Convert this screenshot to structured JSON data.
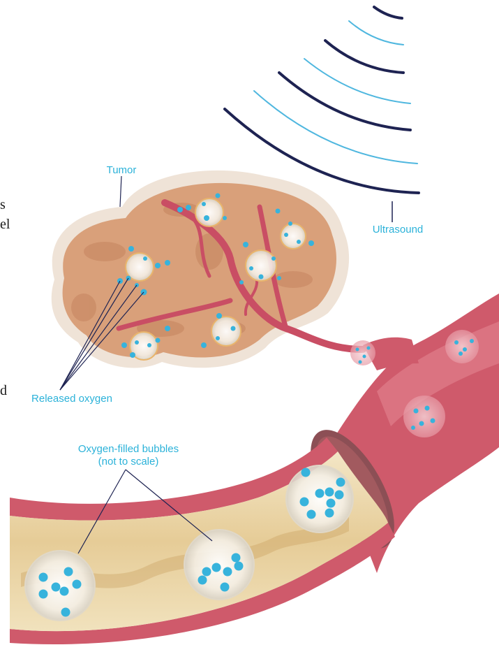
{
  "labels": {
    "tumor": "Tumor",
    "ultrasound": "Ultrasound",
    "released_oxygen": "Released oxygen",
    "bubbles_line1": "Oxygen-filled bubbles",
    "bubbles_line2": "(not to scale)"
  },
  "cropped_text": {
    "fragment_1": "s",
    "fragment_2": "el",
    "fragment_3": "d"
  },
  "colors": {
    "label": "#2bb2d9",
    "ultrasound_dark": "#1e2352",
    "ultrasound_light": "#4fb7df",
    "tumor_fill": "#d9a07a",
    "tumor_rim": "#efe3d7",
    "vessel_wall": "#cf5a6b",
    "vessel_interior": "#efdcb4",
    "oxygen": "#37b3dc"
  }
}
